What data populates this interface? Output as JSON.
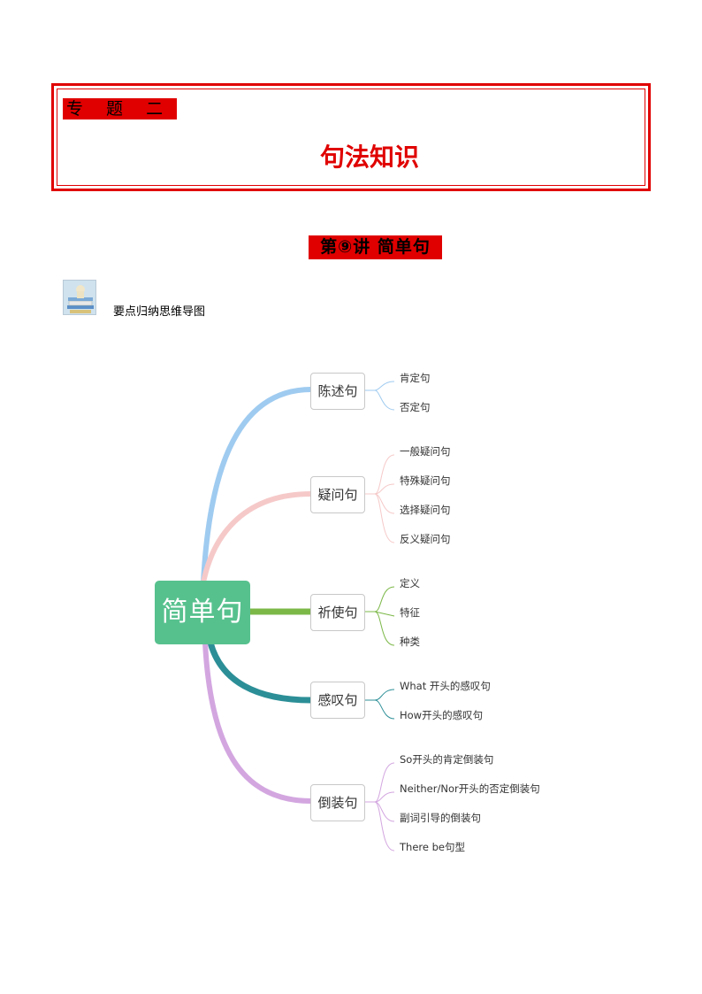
{
  "header": {
    "topic_label": "专 题 二",
    "title": "句法知识"
  },
  "lecture": {
    "title": "第⑨讲 简单句"
  },
  "section": {
    "caption": "要点归纳思维导图"
  },
  "mindmap": {
    "root": "简单句",
    "branches": [
      {
        "label": "陈述句",
        "color": "#9fcbf0",
        "children": [
          "肯定句",
          "否定句"
        ]
      },
      {
        "label": "疑问句",
        "color": "#f6c9c9",
        "children": [
          "一般疑问句",
          "特殊疑问句",
          "选择疑问句",
          "反义疑问句"
        ]
      },
      {
        "label": "祈使句",
        "color": "#7cb848",
        "children": [
          "定义",
          "特征",
          "种类"
        ]
      },
      {
        "label": "感叹句",
        "color": "#2c8f97",
        "children": [
          "What 开头的感叹句",
          "How开头的感叹句"
        ]
      },
      {
        "label": "倒装句",
        "color": "#d3a6e0",
        "children": [
          "So开头的肯定倒装句",
          "Neither/Nor开头的否定倒装句",
          "副词引导的倒装句",
          "There be句型"
        ]
      }
    ]
  }
}
